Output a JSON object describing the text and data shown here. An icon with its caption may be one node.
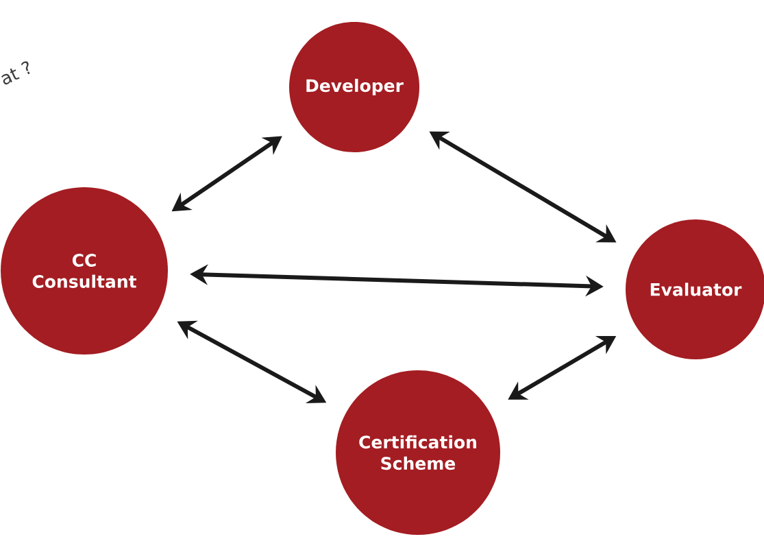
{
  "diagram": {
    "nodes": [
      {
        "text": [
          "Developer"
        ]
      },
      {
        "text": [
          "CC Consultant"
        ]
      },
      {
        "text": [
          "Evaluator"
        ]
      },
      {
        "text": [
          "Certification Scheme"
        ]
      }
    ],
    "edges": [
      {
        "from": 1,
        "to": 0,
        "arrow": "both"
      },
      {
        "from": 0,
        "to": 2,
        "arrow": "both"
      },
      {
        "from": 1,
        "to": 2,
        "arrow": "both"
      },
      {
        "from": 1,
        "to": 3,
        "arrow": "both"
      },
      {
        "from": 3,
        "to": 2,
        "arrow": "both"
      }
    ],
    "labels": [
      "at ?"
    ]
  }
}
